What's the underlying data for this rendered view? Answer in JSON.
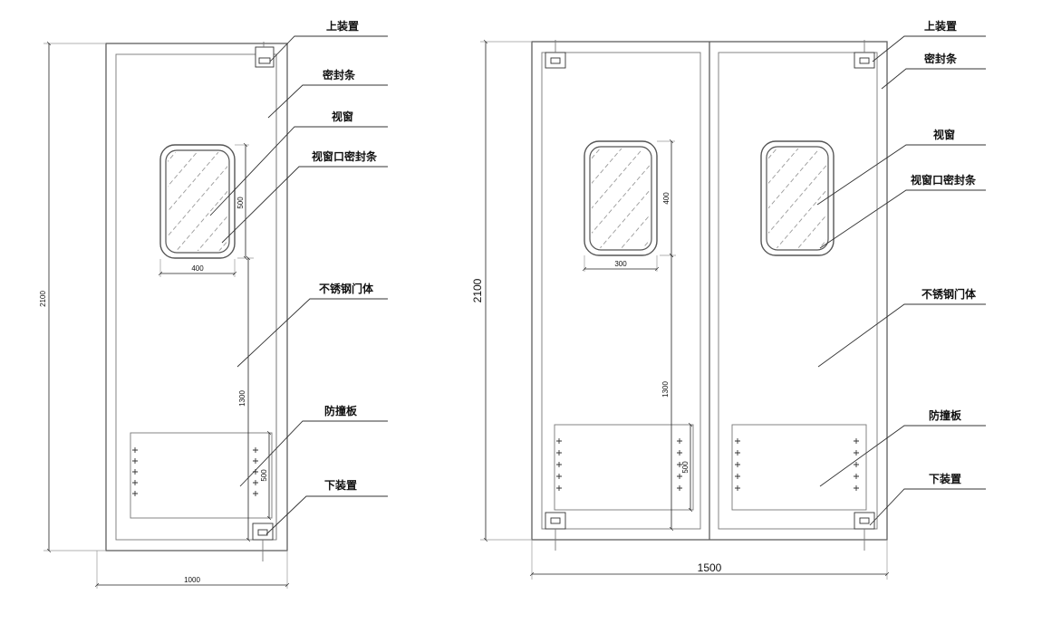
{
  "left_door": {
    "labels": {
      "top_device": "上装置",
      "seal_strip": "密封条",
      "window": "视窗",
      "window_seal": "视窗口密封条",
      "door_body": "不锈钢门体",
      "kick_plate": "防撞板",
      "bottom_device": "下装置"
    },
    "dimensions": {
      "height": "2100",
      "width": "1000",
      "window_width": "400",
      "window_height": "500",
      "window_bottom_height": "1300",
      "kick_plate_height": "500"
    }
  },
  "right_door": {
    "labels": {
      "top_device": "上装置",
      "seal_strip": "密封条",
      "window": "视窗",
      "window_seal": "视窗口密封条",
      "door_body": "不锈钢门体",
      "kick_plate": "防撞板",
      "bottom_device": "下装置"
    },
    "dimensions": {
      "height": "2100",
      "width": "1500",
      "window_width": "300",
      "window_height": "400",
      "window_bottom_height": "1300",
      "kick_plate_height": "500"
    }
  }
}
